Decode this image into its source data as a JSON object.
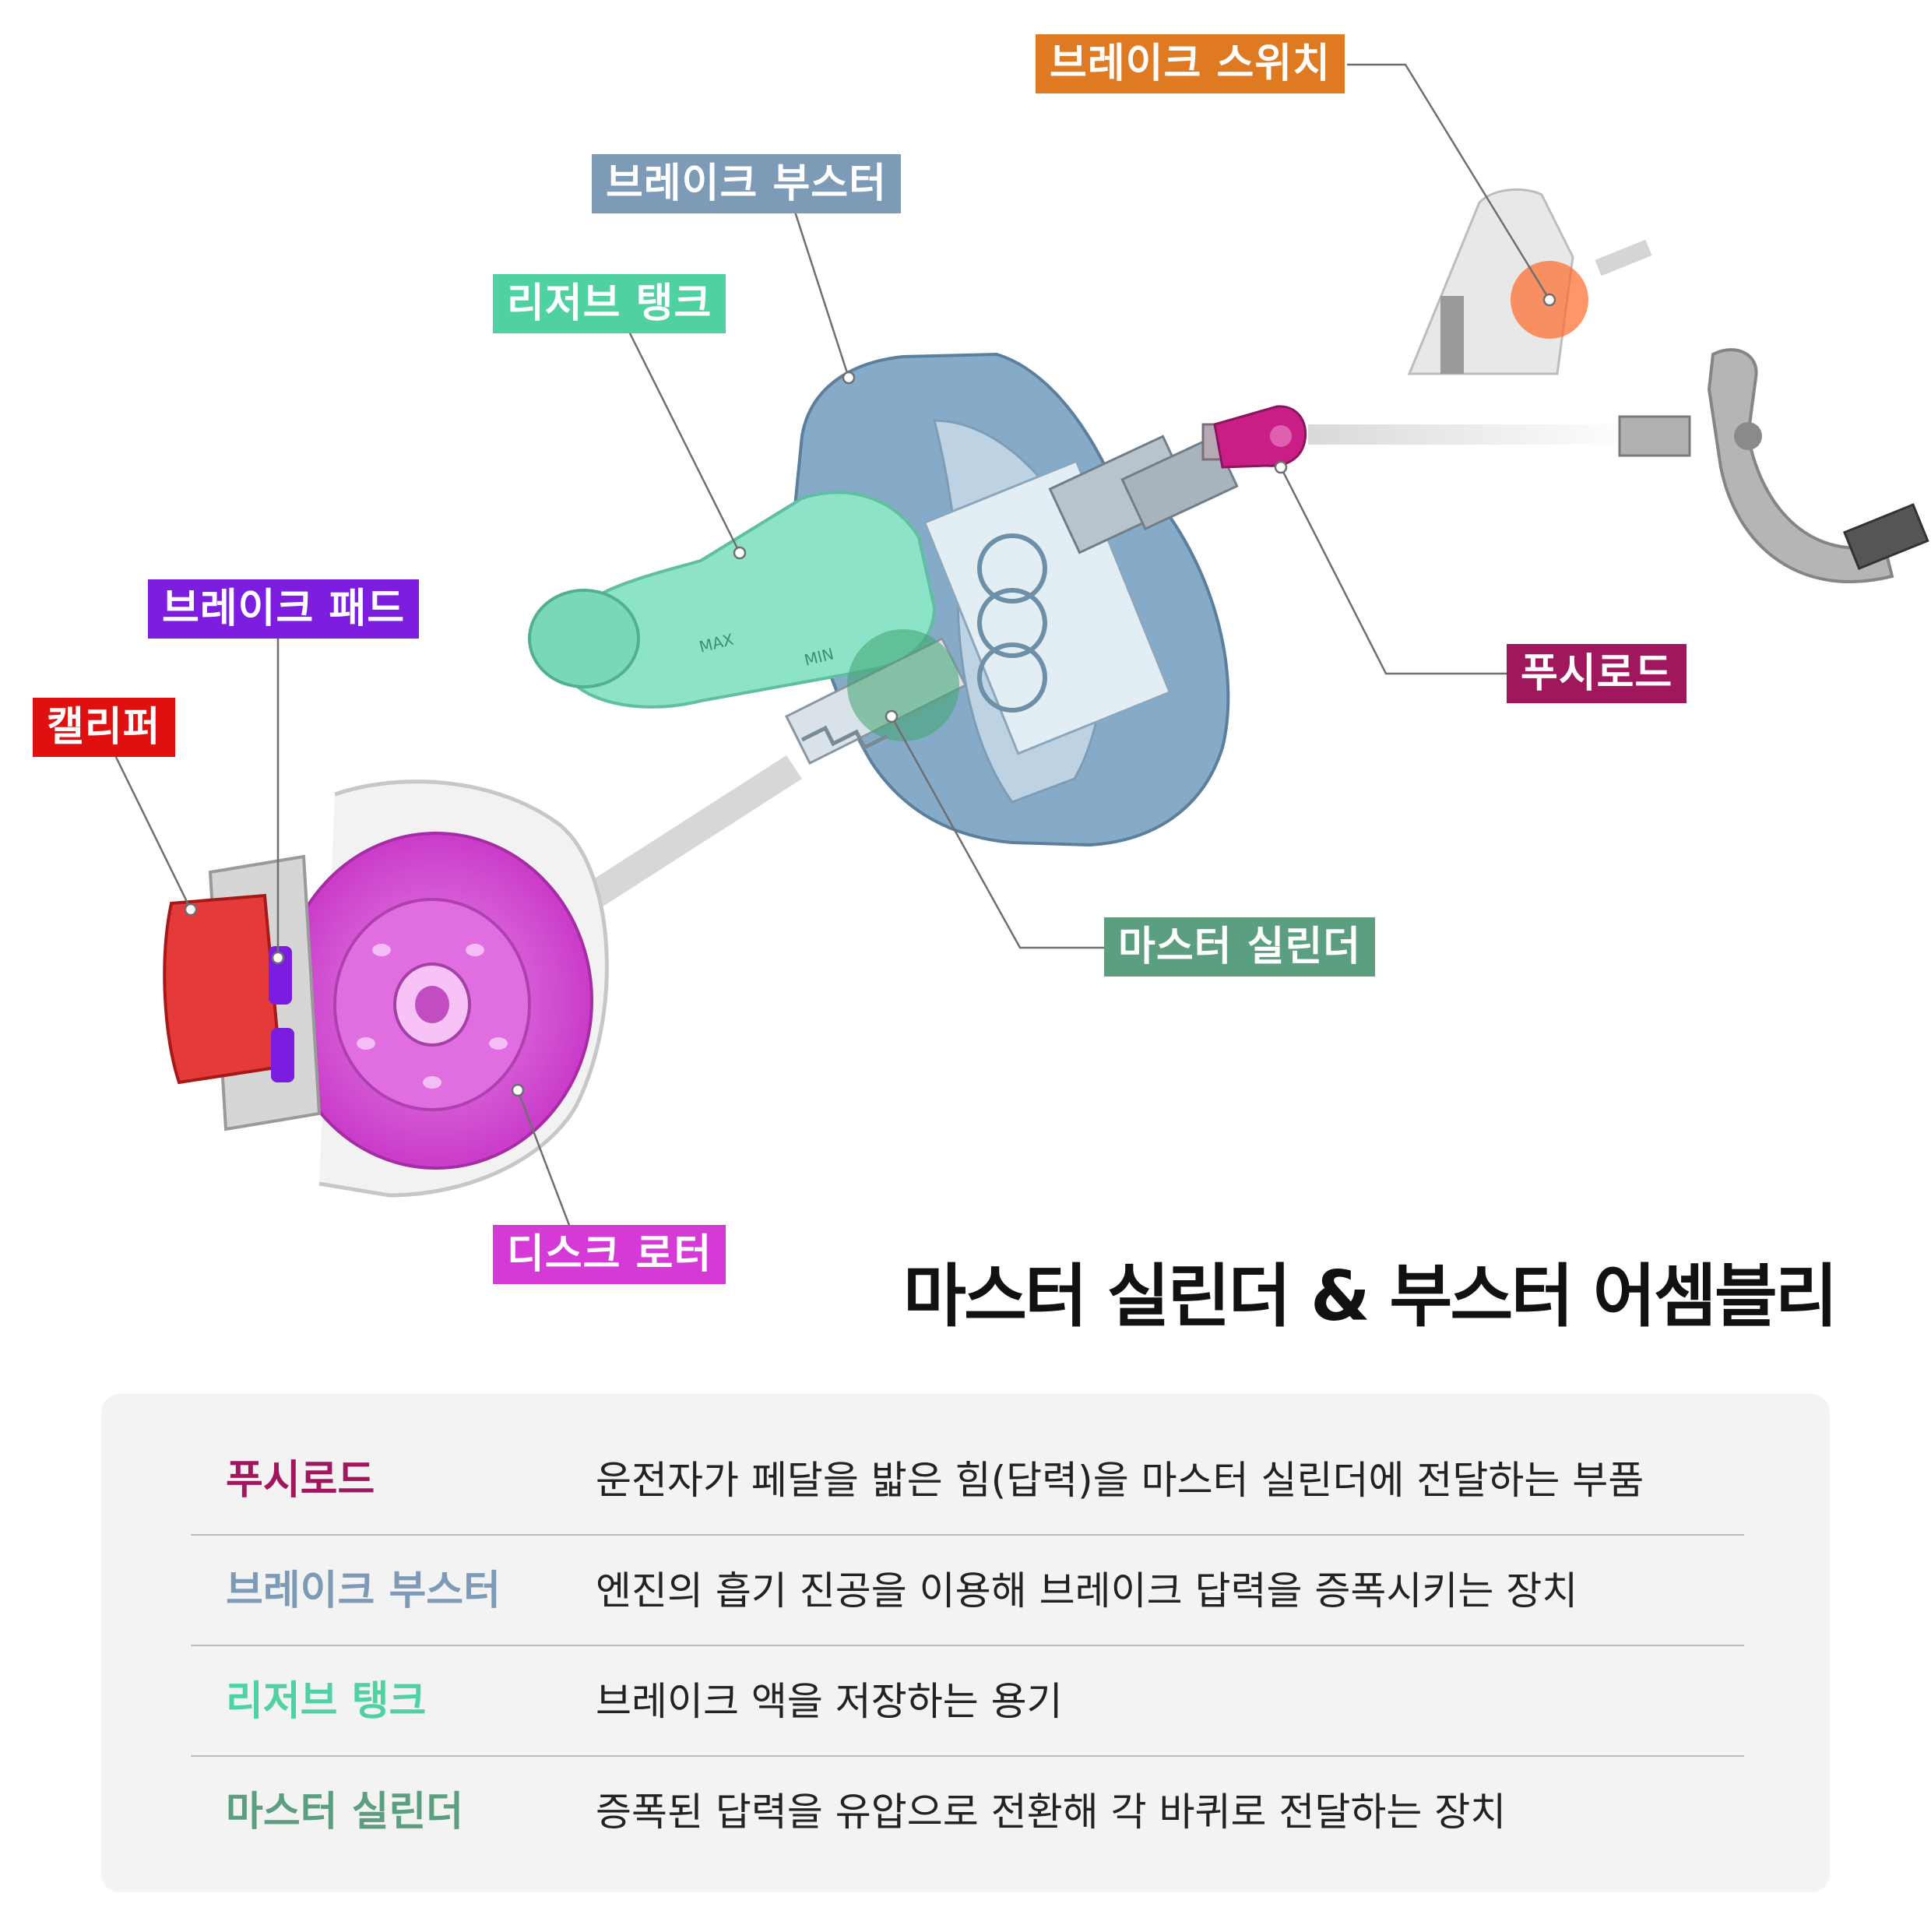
{
  "labels": {
    "brake_switch": {
      "text": "브레이크 스위치",
      "color": "#e07a22"
    },
    "brake_booster": {
      "text": "브레이크 부스터",
      "color": "#7d9ab6"
    },
    "reservoir_tank": {
      "text": "리저브 탱크",
      "color": "#4fd1a2"
    },
    "brake_pad": {
      "text": "브레이크 패드",
      "color": "#7d1de0"
    },
    "caliper": {
      "text": "캘리퍼",
      "color": "#e01010"
    },
    "push_rod": {
      "text": "푸시로드",
      "color": "#a0175d"
    },
    "master_cylinder": {
      "text": "마스터 실린더",
      "color": "#5c9e80"
    },
    "disc_rotor": {
      "text": "디스크 로터",
      "color": "#d63ad6"
    }
  },
  "title": "마스터 실린더 & 부스터 어셈블리",
  "table": {
    "rows": [
      {
        "term": "푸시로드",
        "desc": "운전자가 페달을 밟은 힘(답력)을 마스터 실린더에 전달하는 부품",
        "color": "#a0175d"
      },
      {
        "term": "브레이크 부스터",
        "desc": "엔진의 흡기 진공을 이용해 브레이크 답력을 증폭시키는 장치",
        "color": "#7d9ab6"
      },
      {
        "term": "리저브 탱크",
        "desc": "브레이크 액을 저장하는 용기",
        "color": "#4fd1a2"
      },
      {
        "term": "마스터 실린더",
        "desc": "증폭된 답력을 유압으로 전환해 각 바퀴로 전달하는 장치",
        "color": "#5c9e80"
      }
    ]
  },
  "tank_markings": {
    "max": "MAX",
    "min": "MIN"
  }
}
